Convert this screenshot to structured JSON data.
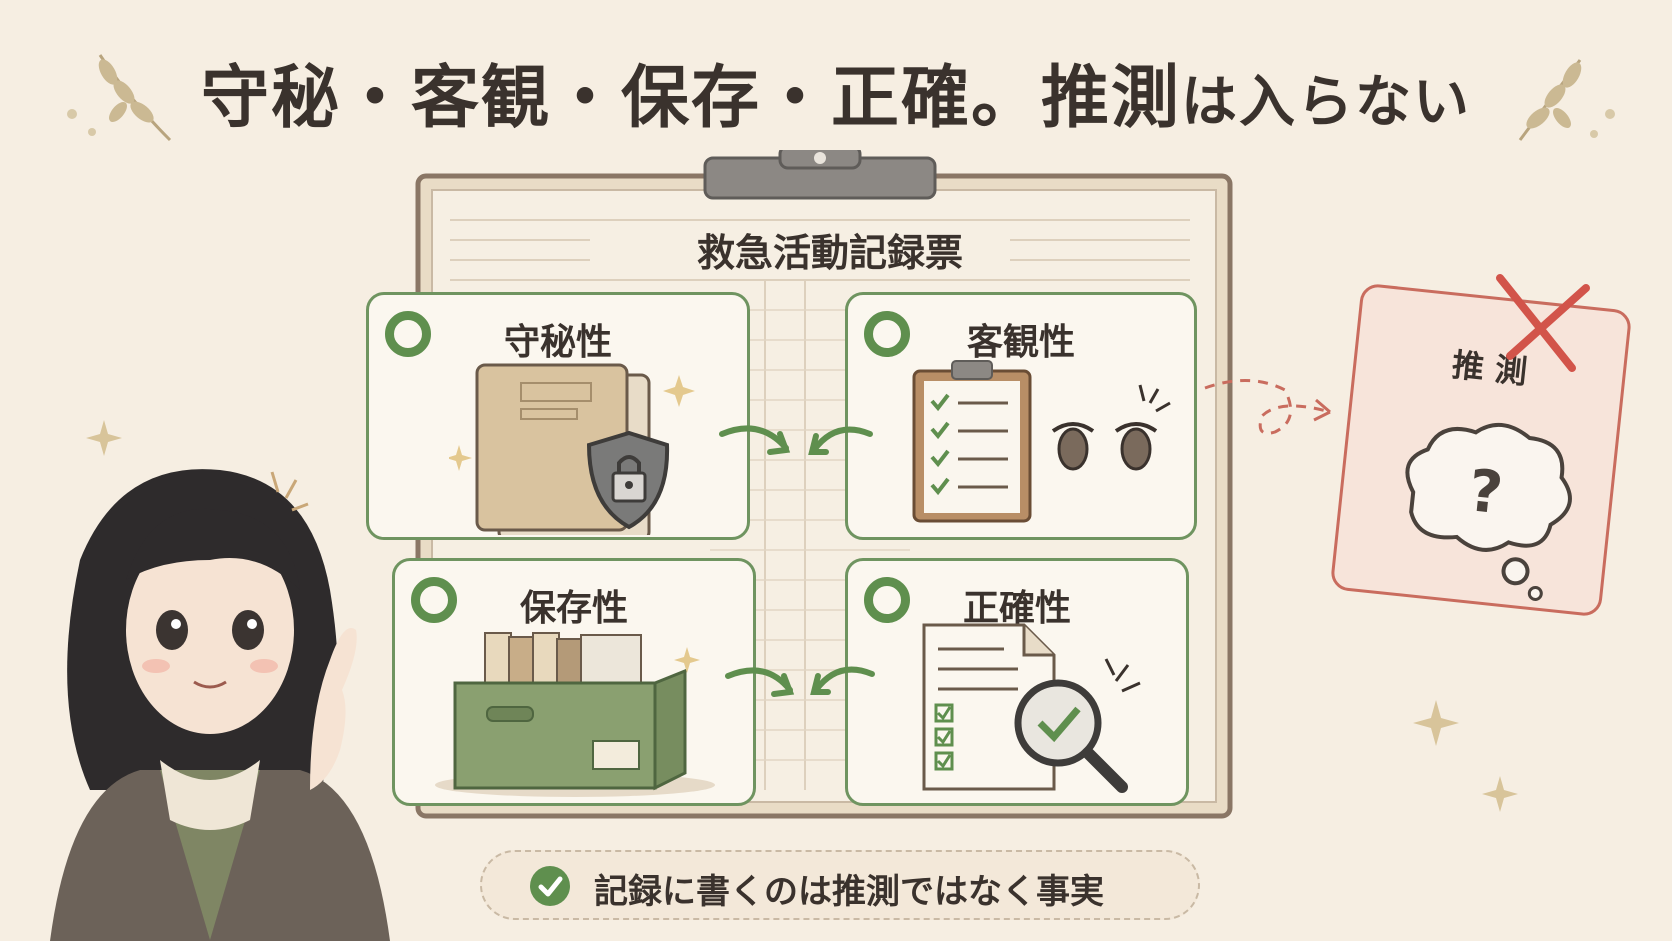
{
  "title": {
    "part1": "守秘・客観・保存・正確。推測",
    "part2": "は入らない"
  },
  "clipboard": {
    "heading": "救急活動記録票"
  },
  "panels": [
    {
      "label": "守秘性"
    },
    {
      "label": "客観性"
    },
    {
      "label": "保存性"
    },
    {
      "label": "正確性"
    }
  ],
  "guess_card": {
    "label": "推 測",
    "symbol": "?"
  },
  "note": {
    "text": "記録に書くのは推測ではなく事実"
  },
  "colors": {
    "background": "#f6eee2",
    "accent_green": "#5f8f4e",
    "guess_red": "#c96c5e",
    "text_dark": "#3a322d"
  }
}
